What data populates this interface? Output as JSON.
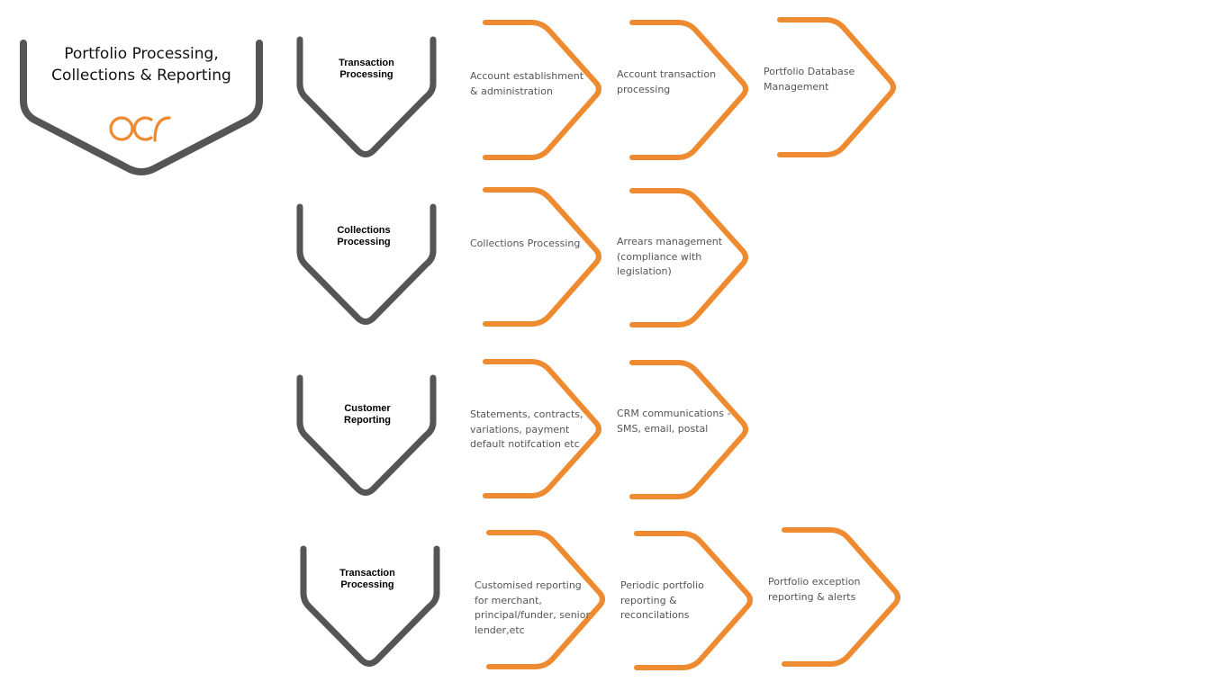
{
  "colors": {
    "accent": "#ee8a2f",
    "dark": "#555555",
    "text": "#555555",
    "title": "#111111"
  },
  "header": {
    "title_line1": "Portfolio Processing,",
    "title_line2": "Collections & Reporting",
    "logo_icon": "ocr-logo-icon"
  },
  "rows": [
    {
      "category": {
        "line1": "Transaction",
        "line2": "Processing"
      },
      "steps": [
        {
          "lines": [
            "Account establishment",
            "& administration"
          ]
        },
        {
          "lines": [
            "Account transaction",
            "processing"
          ]
        },
        {
          "lines": [
            "Portfolio Database",
            "Management"
          ]
        }
      ]
    },
    {
      "category": {
        "line1": "Collections",
        "line2": "Processing"
      },
      "steps": [
        {
          "lines": [
            "Collections Processing"
          ]
        },
        {
          "lines": [
            "Arrears management",
            "(compliance with",
            "legislation)"
          ]
        }
      ]
    },
    {
      "category": {
        "line1": "Customer",
        "line2": "Reporting"
      },
      "steps": [
        {
          "lines": [
            "Statements, contracts,",
            "variations, payment",
            "default notifcation etc"
          ]
        },
        {
          "lines": [
            "CRM communications -",
            "SMS, email, postal"
          ]
        }
      ]
    },
    {
      "category": {
        "line1": "Transaction",
        "line2": "Processing"
      },
      "steps": [
        {
          "lines": [
            "Customised reporting",
            "for merchant,",
            "principal/funder, senior",
            "lender,etc"
          ]
        },
        {
          "lines": [
            "Periodic portfolio",
            "reporting &",
            "reconcilations"
          ]
        },
        {
          "lines": [
            "Portfolio exception",
            "reporting & alerts"
          ]
        }
      ]
    }
  ]
}
